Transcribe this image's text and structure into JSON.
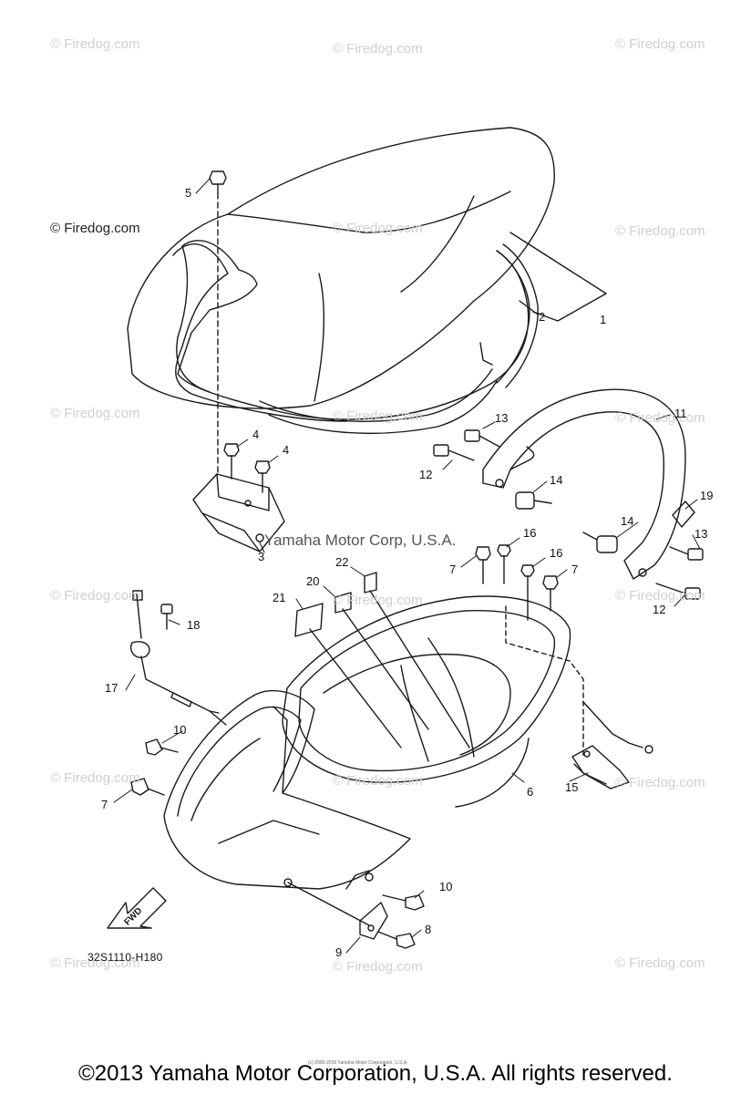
{
  "watermarks": {
    "text": "© Firedog.com",
    "featured": "© Firedog.com",
    "center_mark": "Yamaha Motor Corp, U.S.A."
  },
  "callouts": [
    "1",
    "2",
    "3",
    "4",
    "4",
    "5",
    "6",
    "7",
    "7",
    "7",
    "8",
    "9",
    "10",
    "10",
    "11",
    "12",
    "12",
    "13",
    "13",
    "14",
    "14",
    "15",
    "16",
    "16",
    "17",
    "18",
    "19",
    "20",
    "21",
    "22"
  ],
  "part_number": "32S1110-H180",
  "fwd_label": "FWD",
  "tiny_notice": "(c) 2005-2016 Yamaha Motor Corporation, U.S.A.",
  "copyright": "©2013 Yamaha Motor Corporation, U.S.A. All rights reserved.",
  "colors": {
    "line": "#1a1a1a",
    "watermark": "#cfcfcf"
  }
}
